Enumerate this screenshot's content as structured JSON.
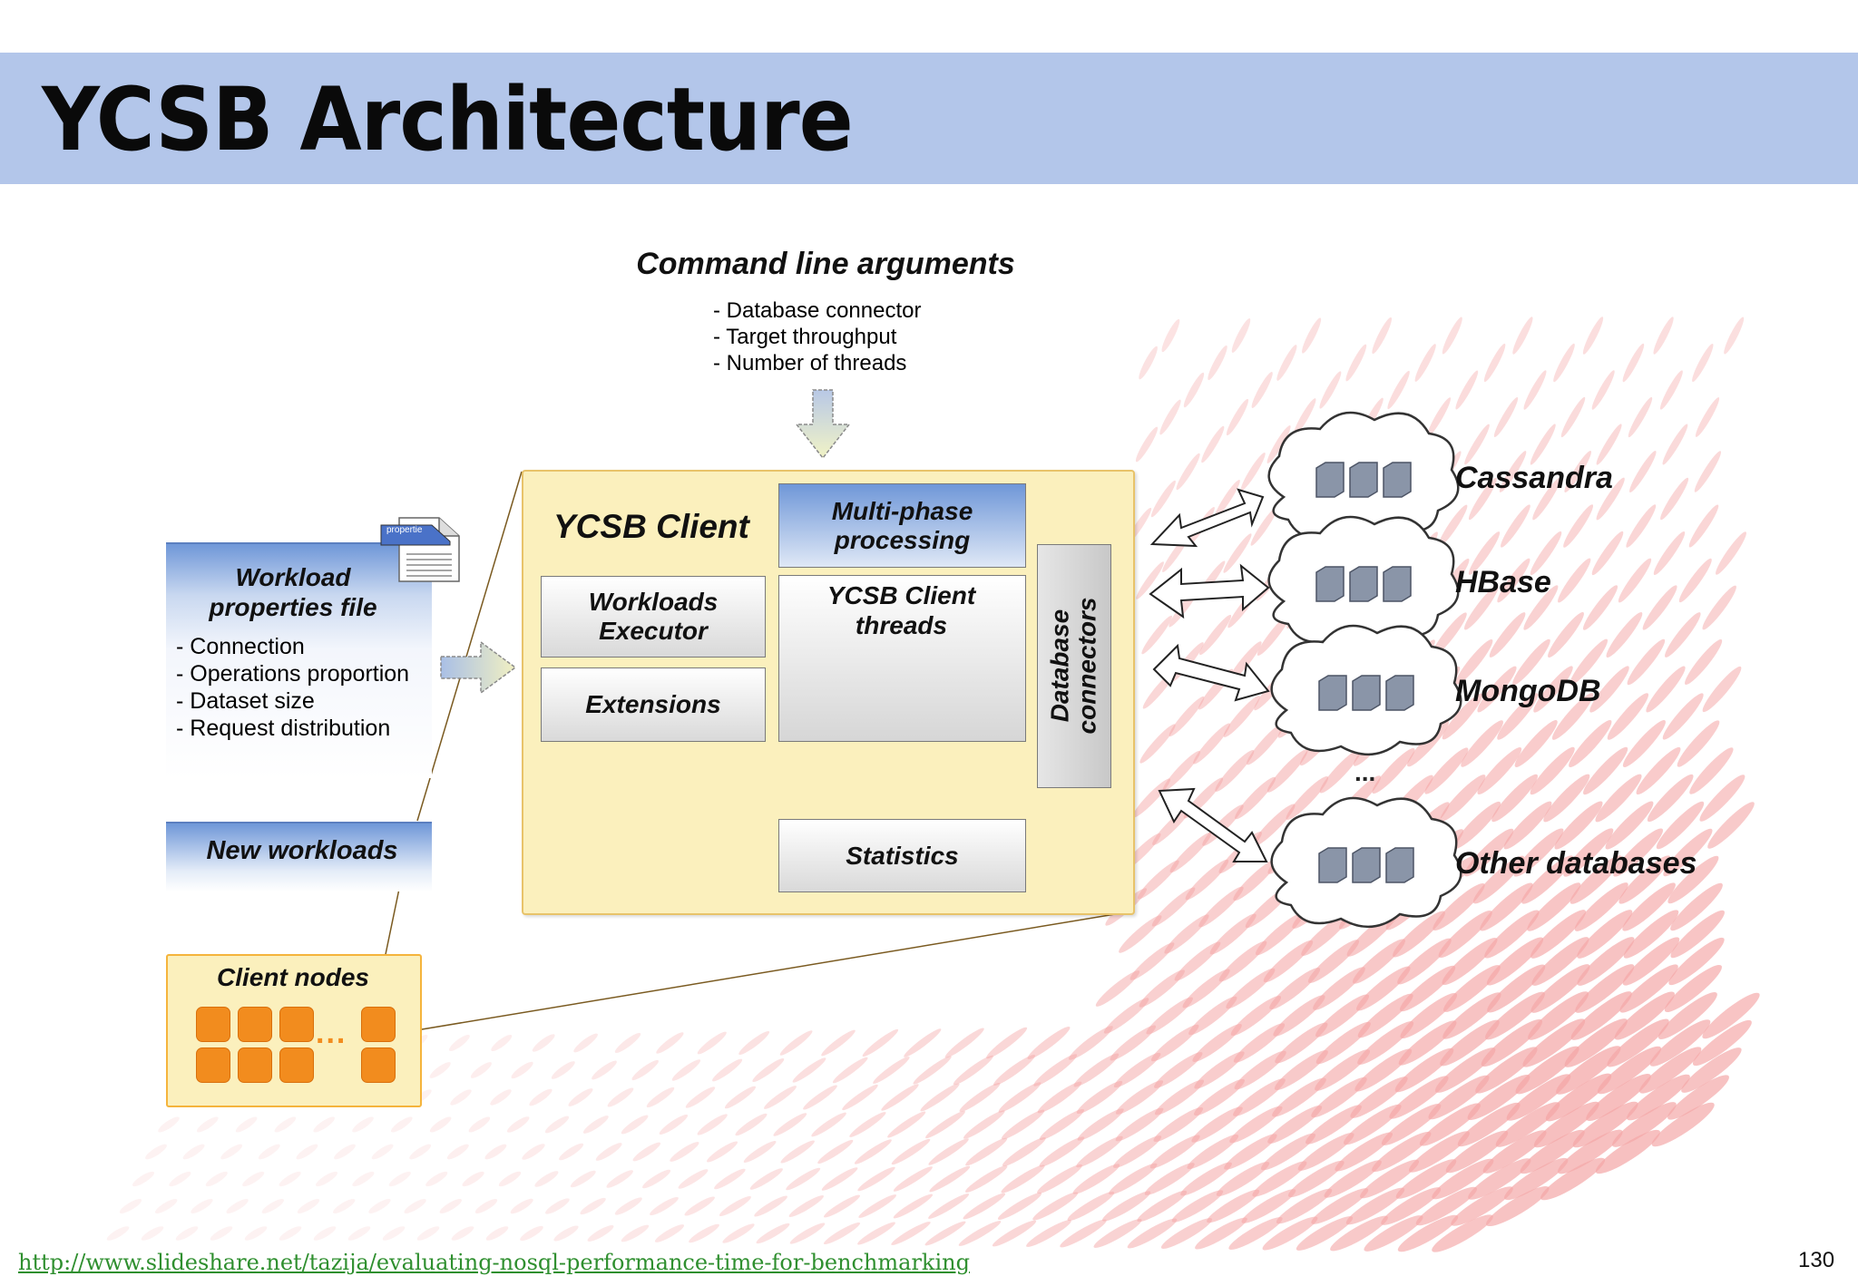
{
  "slide": {
    "title": "YCSB Architecture",
    "page_number": "130",
    "source_link": "http://www.slideshare.net/tazija/evaluating-nosql-performance-time-for-benchmarking"
  },
  "command_line": {
    "title": "Command line arguments",
    "items": [
      "- Database connector",
      "- Target throughput",
      "- Number of threads"
    ]
  },
  "workload_file": {
    "title_line1": "Workload",
    "title_line2": "properties file",
    "icon_label": "propertie",
    "items": [
      "- Connection",
      "- Operations proportion",
      "- Dataset size",
      "- Request distribution"
    ]
  },
  "new_workloads": {
    "label": "New workloads"
  },
  "client_nodes": {
    "label": "Client nodes",
    "ellipsis": "..."
  },
  "ycsb_client": {
    "title": "YCSB Client",
    "multiphase_line1": "Multi-phase",
    "multiphase_line2": "processing",
    "workloads_executor_line1": "Workloads",
    "workloads_executor_line2": "Executor",
    "extensions": "Extensions",
    "threads_line1": "YCSB Client",
    "threads_line2": "threads",
    "statistics": "Statistics",
    "db_connectors_line1": "Database",
    "db_connectors_line2": "connectors"
  },
  "databases": {
    "items": [
      "Cassandra",
      "HBase",
      "MongoDB",
      "Other databases"
    ],
    "ellipsis": "..."
  },
  "colors": {
    "title_bar": "#b3c6ea",
    "client_panel": "#fbf0bd",
    "node_orange": "#f28c1e",
    "link_green": "#2f8f2f"
  }
}
